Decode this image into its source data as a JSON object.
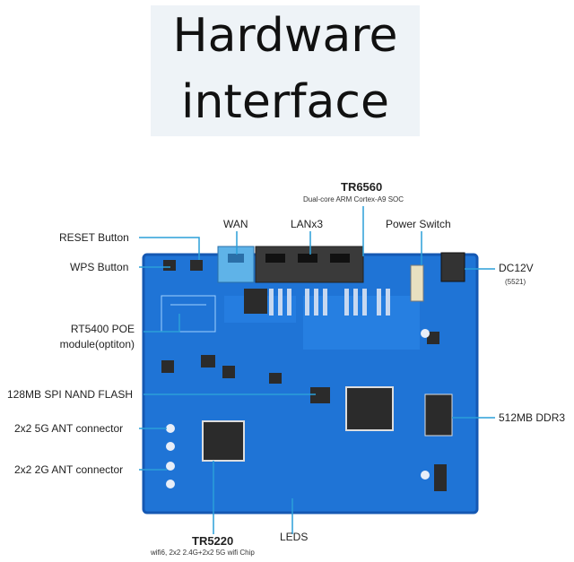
{
  "title": {
    "line1": "Hardware",
    "line2": "interface"
  },
  "callouts": {
    "soc_name": "TR6560",
    "soc_desc": "Dual-core ARM Cortex-A9 SOC",
    "wan": "WAN",
    "lan": "LANx3",
    "power_switch": "Power Switch",
    "reset": "RESET Button",
    "wps": "WPS Button",
    "dc": "DC12V",
    "dc_spec": "(5521)",
    "poe_line1": "RT5400 POE",
    "poe_line2": "module(optiton)",
    "flash": "128MB SPI NAND FLASH",
    "ddr": "512MB DDR3",
    "ant5g": "2x2 5G ANT connector",
    "ant2g": "2x2 2G ANT connector",
    "wifi_chip_name": "TR5220",
    "wifi_chip_desc": "wifi6, 2x2 2.4G+2x2 5G wifi Chip",
    "leds": "LEDS"
  },
  "colors": {
    "board": "#1f74d6",
    "board_edge": "#1558b3",
    "line": "#2b9fd9",
    "port": "#3a3a3a",
    "wan_port": "#5fb3e8"
  }
}
